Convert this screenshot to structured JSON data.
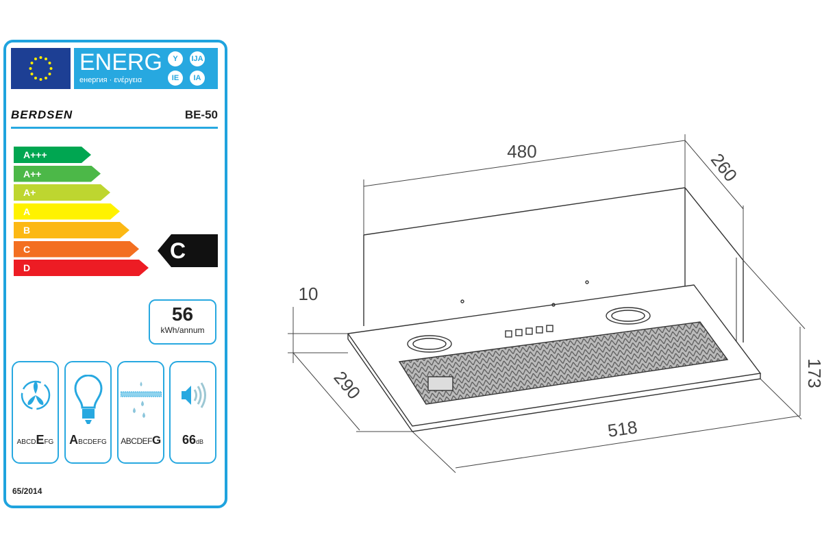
{
  "label": {
    "energ_title": "ENERG",
    "energ_subtitle": "енергия · ενέργεια",
    "lang_codes": [
      "Y",
      "IJA",
      "IE",
      "IA"
    ],
    "brand": "BERDSEN",
    "model": "BE-50",
    "classes": [
      "A+++",
      "A++",
      "A+",
      "A",
      "B",
      "C",
      "D"
    ],
    "class_colors": [
      "#00a651",
      "#4cb848",
      "#bed630",
      "#fff200",
      "#fcb814",
      "#f36f21",
      "#ed1c24"
    ],
    "rating": "C",
    "consumption_value": "56",
    "consumption_unit": "kWh/annum",
    "fluid_class": {
      "pre": "ABCD",
      "sel": "E",
      "post": "FG"
    },
    "light_class": {
      "pre": "",
      "sel": "A",
      "post": "BCDEFG"
    },
    "filter_class": {
      "pre": "ABCDEF",
      "sel": "G",
      "post": ""
    },
    "noise": {
      "value": "66",
      "unit": "dB"
    },
    "regulation": "65/2014",
    "accent": "#27a8e0"
  },
  "drawing": {
    "width": "480",
    "depth_top": "260",
    "offset": "10",
    "depth_bottom": "290",
    "width_bottom": "518",
    "height": "173"
  }
}
